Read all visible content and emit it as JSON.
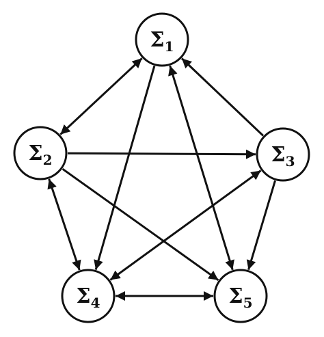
{
  "colors": {
    "stroke": "#111111",
    "background": "#ffffff"
  },
  "nodes": [
    {
      "id": "n1",
      "symbol": "Σ",
      "sub": "1"
    },
    {
      "id": "n2",
      "symbol": "Σ",
      "sub": "2"
    },
    {
      "id": "n3",
      "symbol": "Σ",
      "sub": "3"
    },
    {
      "id": "n4",
      "symbol": "Σ",
      "sub": "4"
    },
    {
      "id": "n5",
      "symbol": "Σ",
      "sub": "5"
    }
  ],
  "edges": [
    {
      "from": "n1",
      "to": "n2",
      "arrows": "both"
    },
    {
      "from": "n3",
      "to": "n1",
      "arrows": "end"
    },
    {
      "from": "n2",
      "to": "n3",
      "arrows": "end"
    },
    {
      "from": "n2",
      "to": "n4",
      "arrows": "both"
    },
    {
      "from": "n2",
      "to": "n5",
      "arrows": "end"
    },
    {
      "from": "n3",
      "to": "n5",
      "arrows": "end"
    },
    {
      "from": "n3",
      "to": "n4",
      "arrows": "both"
    },
    {
      "from": "n1",
      "to": "n4",
      "arrows": "end"
    },
    {
      "from": "n1",
      "to": "n5",
      "arrows": "both"
    },
    {
      "from": "n4",
      "to": "n5",
      "arrows": "both"
    }
  ]
}
